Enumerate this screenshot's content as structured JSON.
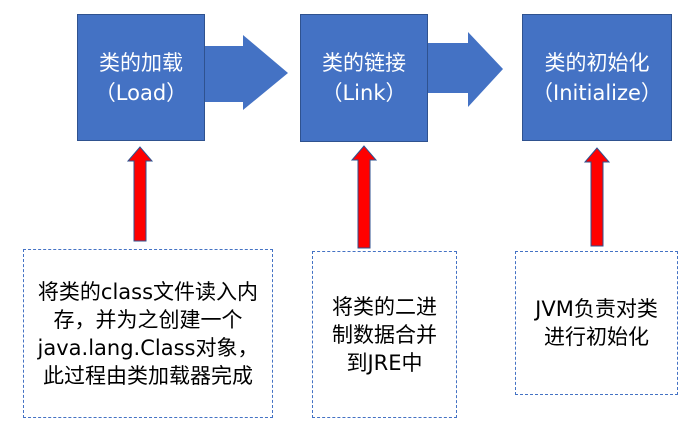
{
  "diagram": {
    "stages": [
      {
        "title": "类的加载",
        "subtitle": "（Load）"
      },
      {
        "title": "类的链接",
        "subtitle": "（Link）"
      },
      {
        "title": "类的初始化",
        "subtitle": "（Initialize）"
      }
    ],
    "notes": [
      {
        "lines": [
          "将类的class文件读入内",
          "存，并为之创建一个",
          "java.lang.Class对象，",
          "此过程由类加载器完成"
        ]
      },
      {
        "lines": [
          "将类的二进",
          "制数据合并",
          "到JRE中"
        ]
      },
      {
        "lines": [
          "JVM负责对类",
          "进行初始化"
        ]
      }
    ]
  },
  "colors": {
    "background": "#FFFFFF",
    "stage_fill": "#4472C4",
    "stage_border": "#2F528F",
    "stage_text": "#FFFFFF",
    "flow_arrow_fill": "#4472C4",
    "up_arrow_fill": "#FF0000",
    "up_arrow_outline": "#2F528F",
    "note_border": "#4472C4",
    "note_text": "#000000"
  }
}
